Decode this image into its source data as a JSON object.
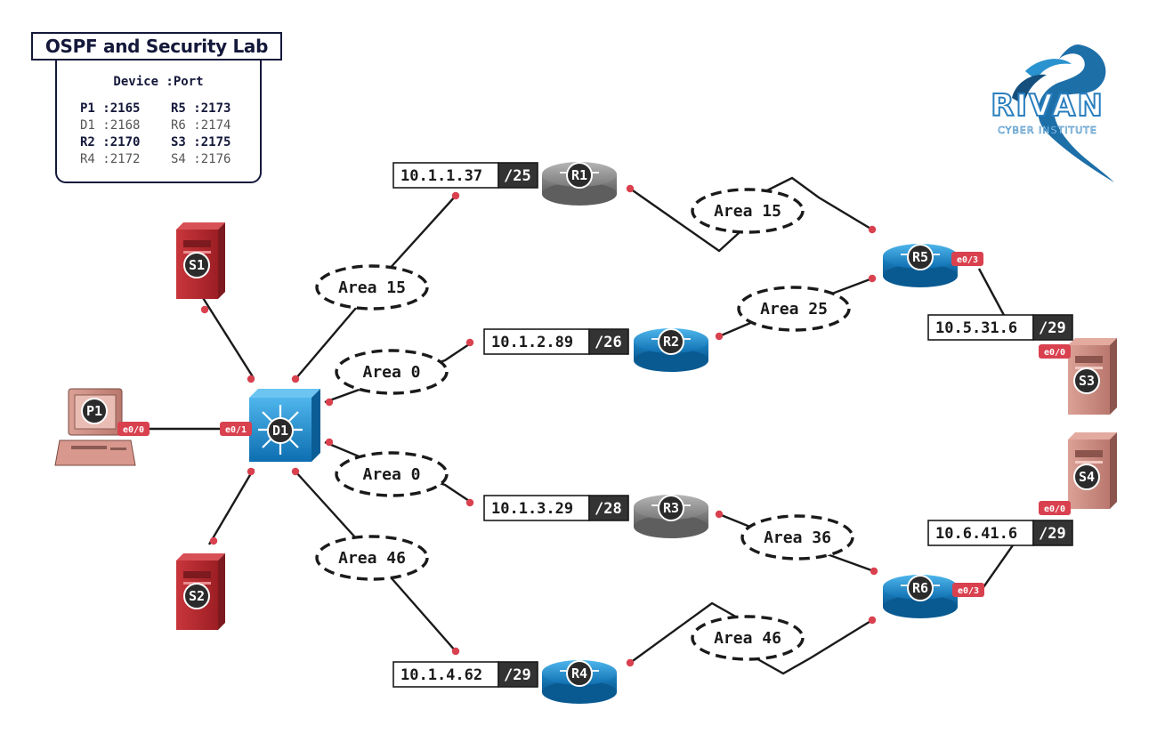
{
  "title": "OSPF and Security Lab",
  "legend": {
    "header": "Device :Port",
    "rows": [
      [
        "P1 :2165",
        "R5 :2173"
      ],
      [
        "D1 :2168",
        "R6 :2174"
      ],
      [
        "R2 :2170",
        "S3 :2175"
      ],
      [
        "R4 :2172",
        "S4 :2176"
      ]
    ],
    "bold_rows": [
      0,
      2
    ]
  },
  "logo": {
    "name": "RIVAN",
    "subtitle": "CYBER INSTITUTE"
  },
  "devices": {
    "P1": "P1",
    "D1": "D1",
    "S1": "S1",
    "S2": "S2",
    "S3": "S3",
    "S4": "S4",
    "R1": "R1",
    "R2": "R2",
    "R3": "R3",
    "R4": "R4",
    "R5": "R5",
    "R6": "R6"
  },
  "areas": [
    "Area 15",
    "Area 0",
    "Area 0",
    "Area 46",
    "Area 15",
    "Area 25",
    "Area 36",
    "Area 46"
  ],
  "ips": [
    {
      "ip": "10.1.1.37",
      "mask": "/25"
    },
    {
      "ip": "10.1.2.89",
      "mask": "/26"
    },
    {
      "ip": "10.1.3.29",
      "mask": "/28"
    },
    {
      "ip": "10.1.4.62",
      "mask": "/29"
    },
    {
      "ip": "10.5.31.6",
      "mask": "/29"
    },
    {
      "ip": "10.6.41.6",
      "mask": "/29"
    }
  ],
  "ports": [
    "e0/0",
    "e0/1",
    "e0/3",
    "e0/0",
    "e0/0",
    "e0/3"
  ],
  "colors": {
    "navy": "#14183a",
    "link": "#1a1a1a",
    "dot": "#d9414f",
    "router_blue": "#1b8fd3",
    "router_gray": "#8c8c8c",
    "switch_blue": "#1f8fd0",
    "server_red": "#b8282e",
    "server_tan": "#c9837a",
    "pc_tan": "#d9988d"
  }
}
